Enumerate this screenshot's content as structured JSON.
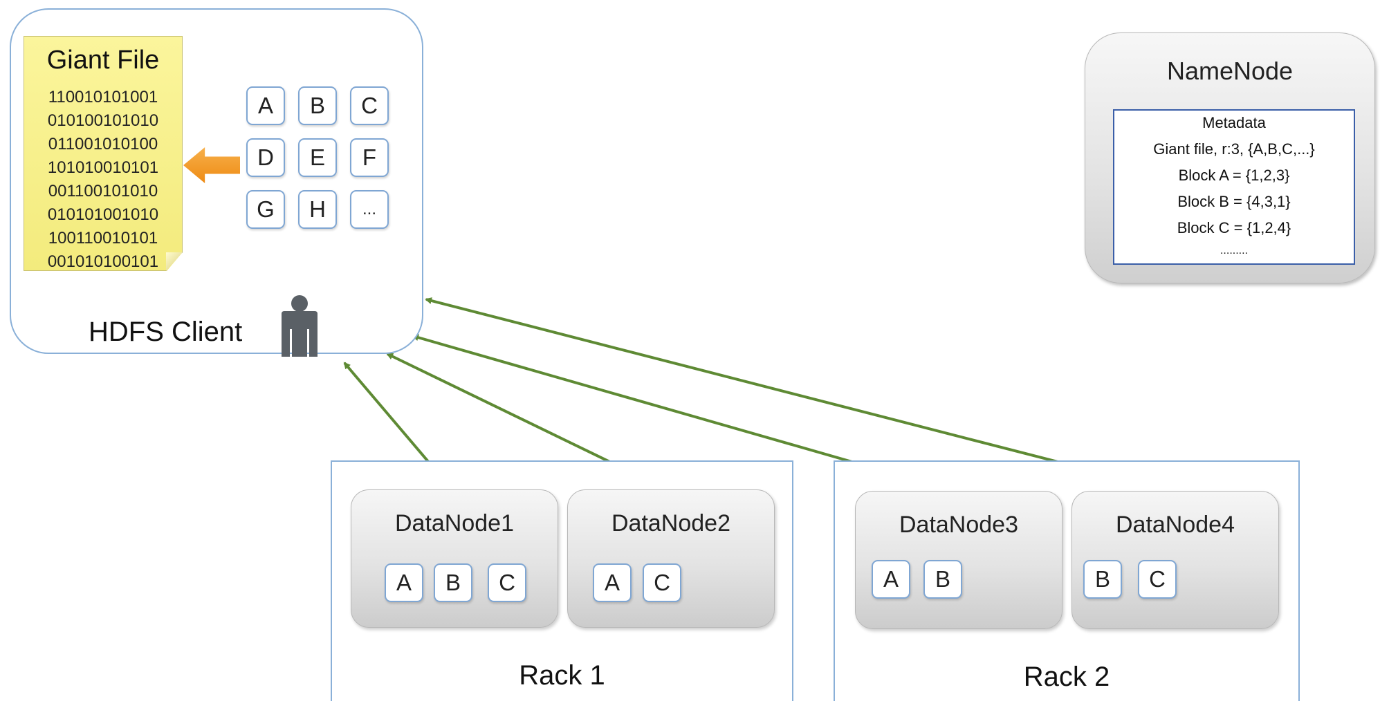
{
  "client": {
    "file_title": "Giant File",
    "file_lines": [
      "110010101001",
      "010100101010",
      "011001010100",
      "101010010101",
      "001100101010",
      "010101001010",
      "100110010101",
      "001010100101"
    ],
    "blocks": [
      "A",
      "B",
      "C",
      "D",
      "E",
      "F",
      "G",
      "H",
      "..."
    ],
    "label": "HDFS Client"
  },
  "namenode": {
    "title": "NameNode",
    "metadata": {
      "heading": "Metadata",
      "lines": [
        "Giant file, r:3, {A,B,C,...}",
        "Block A = {1,2,3}",
        "Block B = {4,3,1}",
        "Block C = {1,2,4}",
        "........."
      ]
    }
  },
  "racks": [
    {
      "label": "Rack 1",
      "nodes": [
        {
          "name": "DataNode1",
          "blocks": [
            "A",
            "B",
            "C"
          ]
        },
        {
          "name": "DataNode2",
          "blocks": [
            "A",
            "C"
          ]
        }
      ]
    },
    {
      "label": "Rack 2",
      "nodes": [
        {
          "name": "DataNode3",
          "blocks": [
            "A",
            "B"
          ]
        },
        {
          "name": "DataNode4",
          "blocks": [
            "B",
            "C"
          ]
        }
      ]
    }
  ],
  "colors": {
    "link": "#5e8a34",
    "panel_border": "#8ab0d8",
    "block_border": "#7fa6d3",
    "note_fill": "#f8f18c",
    "arrow_fill": "#f29a26",
    "person": "#5a6066",
    "metadata_border": "#3a5ea8"
  },
  "icons": {
    "person": "person-icon",
    "arrow": "left-arrow-icon"
  }
}
